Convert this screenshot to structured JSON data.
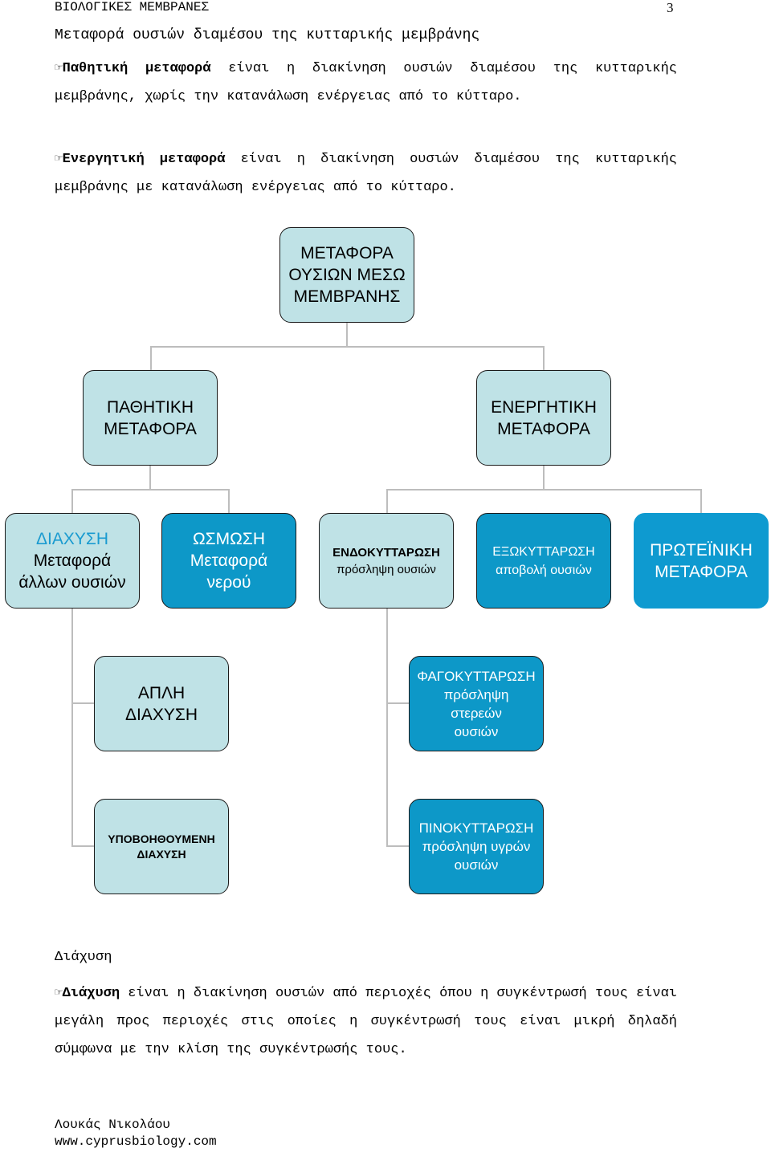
{
  "header": {
    "left": "ΒΙΟΛΟΓΙΚΕΣ ΜΕΜΒΡΑΝΕΣ",
    "page": "3"
  },
  "title": "Μεταφορά ουσιών διαμέσου της κυτταρικής μεμβράνης",
  "def_passive": {
    "term": "Παθητική μεταφορά",
    "text": " είναι η διακίνηση ουσιών διαμέσου της κυτταρικής μεμβράνης, χωρίς την κατανάλωση ενέργειας από το κύτταρο."
  },
  "def_active": {
    "term": "Ενεργητική μεταφορά",
    "text": " είναι η διακίνηση ουσιών διαμέσου της κυτταρικής μεμβράνης με κατανάλωση ενέργειας από το κύτταρο."
  },
  "diagram": {
    "root": "ΜΕΤΑΦΟΡΑ ΟΥΣΙΩΝ ΜΕΣΩ ΜΕΜΒΡΑΝΗΣ",
    "passive": "ΠΑΘΗΤΙΚΗ ΜΕΤΑΦΟΡΑ",
    "active": "ΕΝΕΡΓΗΤΙΚΗ ΜΕΤΑΦΟΡΑ",
    "diffusion": {
      "title": "ΔΙΑΧΥΣΗ",
      "sub": "Μεταφορά άλλων ουσιών"
    },
    "osmosis": {
      "title": "ΩΣΜΩΣΗ",
      "sub": "Μεταφορά νερού"
    },
    "endocytosis": {
      "title": "ΕΝΔΟΚΥΤΤΑΡΩΣΗ",
      "sub": "πρόσληψη ουσιών"
    },
    "exocytosis": {
      "title": "ΕΞΩΚΥΤΤΑΡΩΣΗ",
      "sub": "αποβολή ουσιών"
    },
    "protein": "ΠΡΩΤΕΪΝΙΚΗ ΜΕΤΑΦΟΡΑ",
    "simple": "ΑΠΛΗ ΔΙΑΧΥΣΗ",
    "facilitated": "ΥΠΟΒΟΗΘΟΥΜΕΝΗ ΔΙΑΧΥΣΗ",
    "phagocytosis": {
      "title": "ΦΑΓΟΚΥΤΤΑΡΩΣΗ",
      "sub": "πρόσληψη στερεών ουσιών"
    },
    "pinocytosis": {
      "title": "ΠΙΝΟΚΥΤΤΑΡΩΣΗ",
      "sub": "πρόσληψη υγρών ουσιών"
    }
  },
  "diffusion_section": {
    "heading": "Διάχυση",
    "term": "Διάχυση",
    "text": " είναι η διακίνηση ουσιών από περιοχές όπου η συγκέντρωσή τους είναι μεγάλη προς περιοχές στις οποίες η συγκέντρωσή τους είναι μικρή δηλαδή σύμφωνα με την κλίση της συγκέντρωσής τους."
  },
  "footer": {
    "author": "Λουκάς Νικολάου",
    "site": "www.cyprusbiology.com"
  },
  "icons": {
    "bullet": "hand-pointing-icon"
  },
  "colors": {
    "light_box": "#bfe2e6",
    "dark_box": "#0d98c8",
    "connector": "#bdbdbd"
  }
}
